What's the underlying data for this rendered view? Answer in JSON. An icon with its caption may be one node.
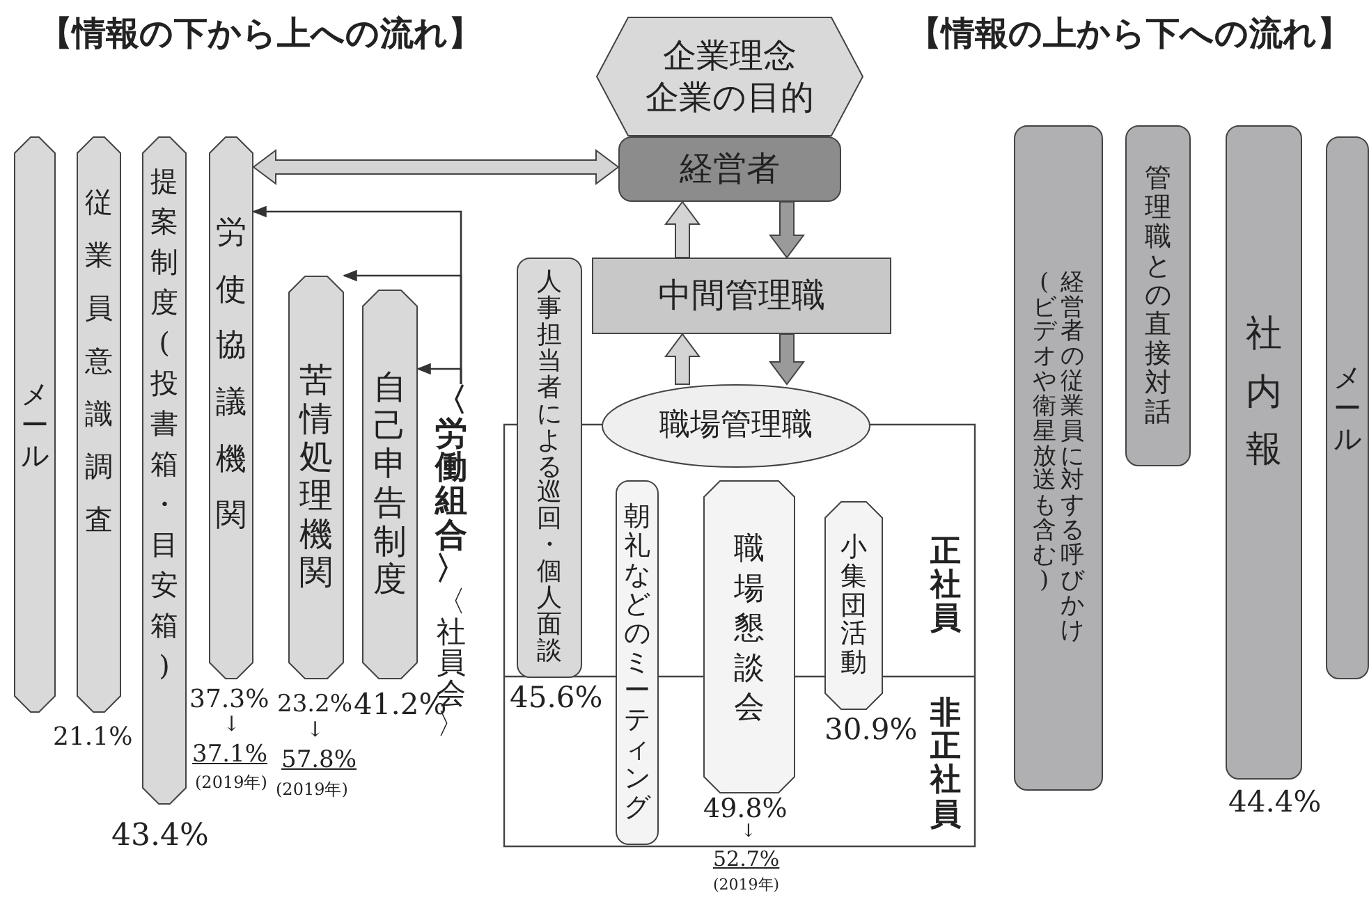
{
  "diagram": {
    "nodes": [
      {
        "text": [
          "企業理念",
          "企業の目的"
        ]
      },
      {
        "text": [
          "経営者"
        ]
      },
      {
        "text": [
          "中間管理職"
        ]
      },
      {
        "text": [
          "職場管理職"
        ]
      },
      {
        "text": [
          "人事担当者による巡回・個人面談"
        ],
        "beside": [
          "45.6%"
        ]
      },
      {
        "text": [
          "朝礼などのミーティング"
        ]
      },
      {
        "text": [
          "職場懇談会"
        ],
        "beside": [
          "49.8%",
          "↓",
          "52.7%",
          "(2019年)"
        ]
      },
      {
        "text": [
          "小集団活動"
        ],
        "beside": [
          "30.9%"
        ]
      },
      {
        "text": [
          "メール"
        ]
      },
      {
        "text": [
          "従業員意識調査"
        ],
        "beside": [
          "21.1%"
        ]
      },
      {
        "text": [
          "提案制度(投書箱・目安箱)"
        ],
        "beside": [
          "43.4%"
        ]
      },
      {
        "text": [
          "労使協議機関"
        ],
        "beside": [
          "37.3%",
          "↓",
          "37.1%",
          "(2019年)"
        ]
      },
      {
        "text": [
          "苦情処理機関"
        ],
        "beside": [
          "23.2%",
          "↓",
          "57.8%",
          "(2019年)"
        ]
      },
      {
        "text": [
          "自己申告制度"
        ],
        "beside": [
          "41.2%"
        ]
      },
      {
        "text": [
          "〈労働組合〉",
          "〈社員会〉"
        ]
      },
      {
        "text": [
          "経営者の従業員に対する呼びかけ(ビデオや衛星放送も含む)"
        ]
      },
      {
        "text": [
          "管理職との直接対話"
        ]
      },
      {
        "text": [
          "社内報"
        ],
        "beside": [
          "44.4%"
        ]
      },
      {
        "text": [
          "メール"
        ]
      }
    ],
    "edges": [
      {
        "from": 11,
        "to": 1,
        "arrow": "both",
        "style": "thick",
        "color": "#d4d4d4"
      },
      {
        "from": 14,
        "to": 11,
        "arrow": "to"
      },
      {
        "from": 14,
        "to": 12,
        "arrow": "to"
      },
      {
        "from": 14,
        "to": 13,
        "arrow": "to"
      },
      {
        "from": 2,
        "to": 1,
        "arrow": "to",
        "style": "thick",
        "color": "#d4d4d4"
      },
      {
        "from": 1,
        "to": 2,
        "arrow": "to",
        "style": "thick",
        "color": "#9a9a9a"
      },
      {
        "from": 3,
        "to": 2,
        "arrow": "to",
        "style": "thick",
        "color": "#d4d4d4"
      },
      {
        "from": 2,
        "to": 3,
        "arrow": "to",
        "style": "thick",
        "color": "#9a9a9a"
      }
    ],
    "labels": [
      "【情報の下から上への流れ】",
      "【情報の上から下への流れ】",
      "正社員",
      "非正社員"
    ]
  }
}
